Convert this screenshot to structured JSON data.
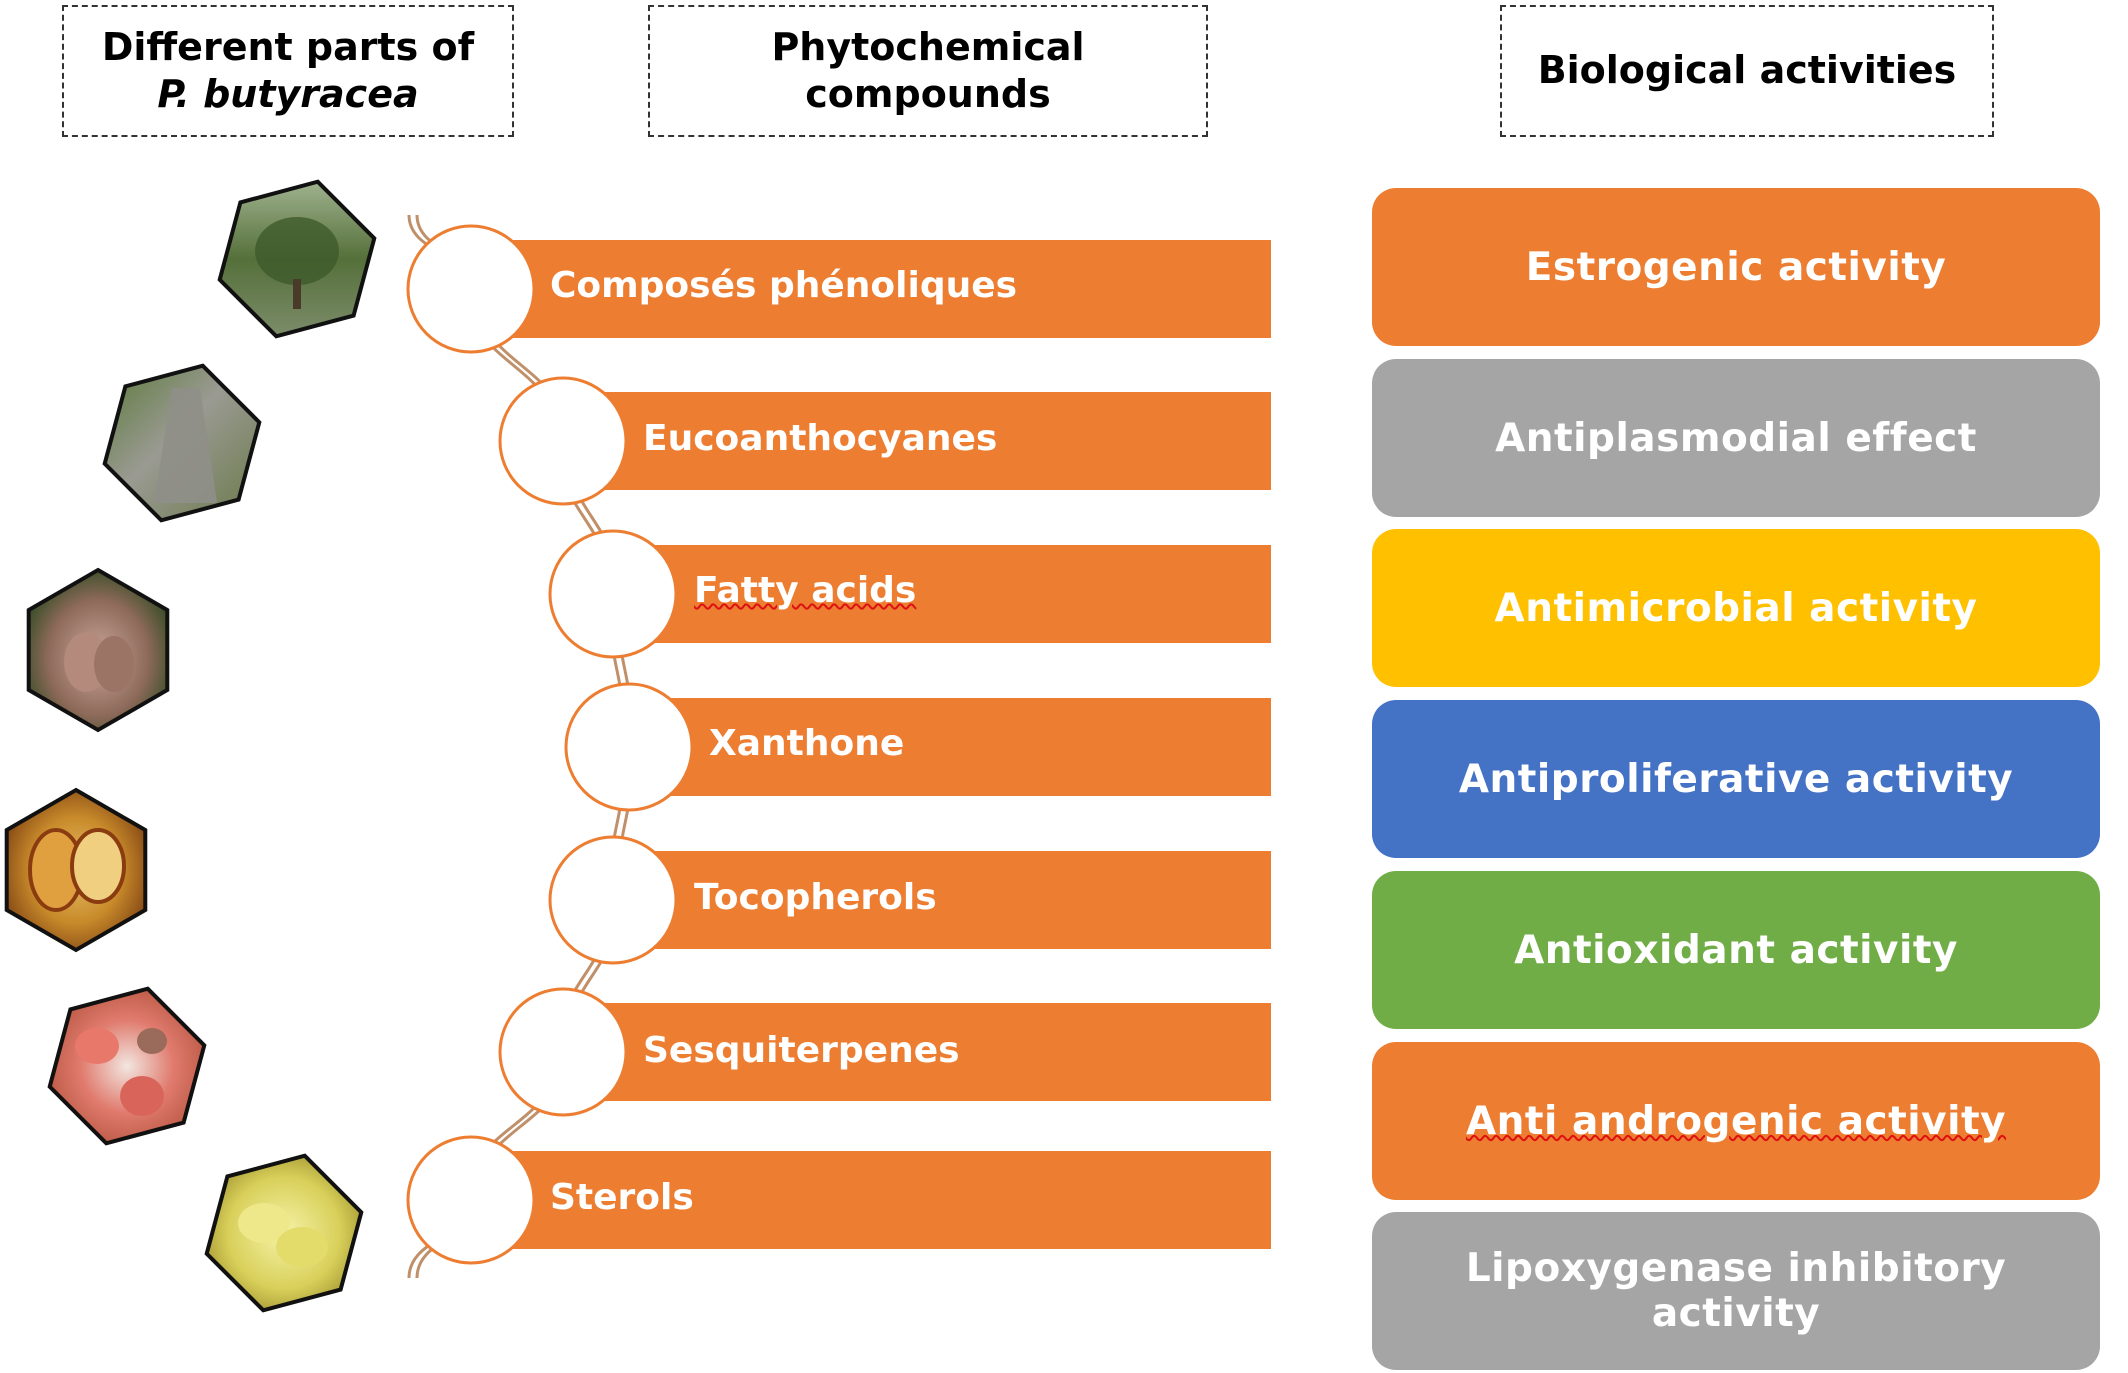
{
  "headers": {
    "parts_line1": "Different parts of",
    "parts_line2": "P. butyracea",
    "compounds_line1": "Phytochemical",
    "compounds_line2": "compounds",
    "activities": "Biological activities"
  },
  "plant_parts": [
    {
      "icon": "tree-photo-icon"
    },
    {
      "icon": "bark-photo-icon"
    },
    {
      "icon": "fruit-on-branch-photo-icon"
    },
    {
      "icon": "cut-fruit-photo-icon"
    },
    {
      "icon": "seeds-photo-icon"
    },
    {
      "icon": "butter-photo-icon"
    }
  ],
  "compounds": [
    {
      "label": "Composés phénoliques"
    },
    {
      "label": "Eucoanthocyanes"
    },
    {
      "label": "Fatty acids"
    },
    {
      "label": "Xanthone"
    },
    {
      "label": "Tocopherols"
    },
    {
      "label": "Sesquiterpenes"
    },
    {
      "label": "Sterols"
    }
  ],
  "activities": [
    {
      "label": "Estrogenic activity",
      "color": "#ED7D31"
    },
    {
      "label": "Antiplasmodial effect",
      "color": "#A5A5A5"
    },
    {
      "label": "Antimicrobial activity",
      "color": "#FFC000"
    },
    {
      "label": "Antiproliferative activity",
      "color": "#4472C4"
    },
    {
      "label": "Antioxidant activity",
      "color": "#70AD47"
    },
    {
      "label": "Anti androgenic activity",
      "color": "#ED7D31"
    },
    {
      "label": "Lipoxygenase inhibitory activity",
      "color": "#A5A5A5"
    }
  ],
  "colors": {
    "bar": "#ED7D31",
    "curve": "#C0906A"
  }
}
